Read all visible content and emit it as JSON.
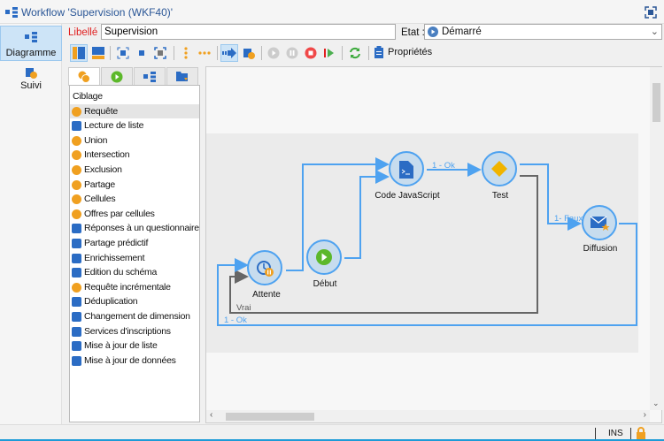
{
  "window": {
    "title": "Workflow 'Supervision (WKF40)'"
  },
  "nav": [
    {
      "label": "Diagramme"
    },
    {
      "label": "Suivi"
    }
  ],
  "form": {
    "libelle_label": "Libellé :",
    "libelle_value": "Supervision",
    "etat_label": "Etat :",
    "etat_value": "Démarré"
  },
  "toolbar": {
    "properties_label": "Propriétés"
  },
  "list": {
    "category": "Ciblage",
    "items": [
      "Requête",
      "Lecture de liste",
      "Union",
      "Intersection",
      "Exclusion",
      "Partage",
      "Cellules",
      "Offres par cellules",
      "Réponses à un questionnaire",
      "Partage prédictif",
      "Enrichissement",
      "Edition du schéma",
      "Requête incrémentale",
      "Déduplication",
      "Changement de dimension",
      "Services d'inscriptions",
      "Mise à jour de liste",
      "Mise à jour de données"
    ]
  },
  "diagram": {
    "nodes": {
      "attente": "Attente",
      "debut": "Début",
      "code": "Code JavaScript",
      "test": "Test",
      "diffusion": "Diffusion"
    },
    "edges": {
      "code_test": "1 - Ok",
      "test_faux": "1- Faux",
      "test_vrai": "Vrai",
      "diffusion_ok": "1 - Ok"
    }
  },
  "status": {
    "mode": "INS"
  },
  "colors": {
    "accent": "#4ea2f0",
    "label_red": "#e02020"
  }
}
